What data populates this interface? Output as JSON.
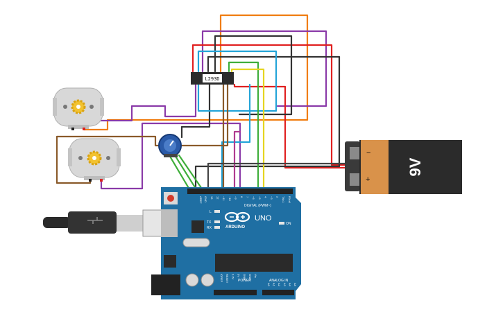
{
  "motor_driver": {
    "label": "L293D"
  },
  "battery": {
    "voltage": "9V",
    "minus": "−",
    "plus": "+"
  },
  "arduino": {
    "brand": "ARDUINO",
    "model": "UNO",
    "aref": "AREF",
    "gnd": "GND",
    "digital_label": "DIGITAL (PWM~)",
    "power_label": "POWER",
    "analog_label": "ANALOG IN",
    "l_led": "L",
    "tx_led": "TX",
    "rx_led": "RX",
    "on_led": "ON",
    "digital_pins": [
      "13",
      "12",
      "~11",
      "~10",
      "~9",
      "8",
      "7",
      "~6",
      "~5",
      "4",
      "~3",
      "2",
      "TX▹1",
      "RX◃0"
    ],
    "power_pins": [
      "IOREF",
      "RESET",
      "3.3V",
      "5V",
      "GND",
      "GND",
      "Vin"
    ],
    "analog_pins": [
      "A0",
      "A1",
      "A2",
      "A3",
      "A4",
      "A5"
    ]
  },
  "colors": {
    "board": "#1f6fa3",
    "battery_body": "#2b2b2b",
    "battery_label": "#d9924a",
    "motor_body": "#d6d6d6",
    "gear": "#f2c230"
  }
}
